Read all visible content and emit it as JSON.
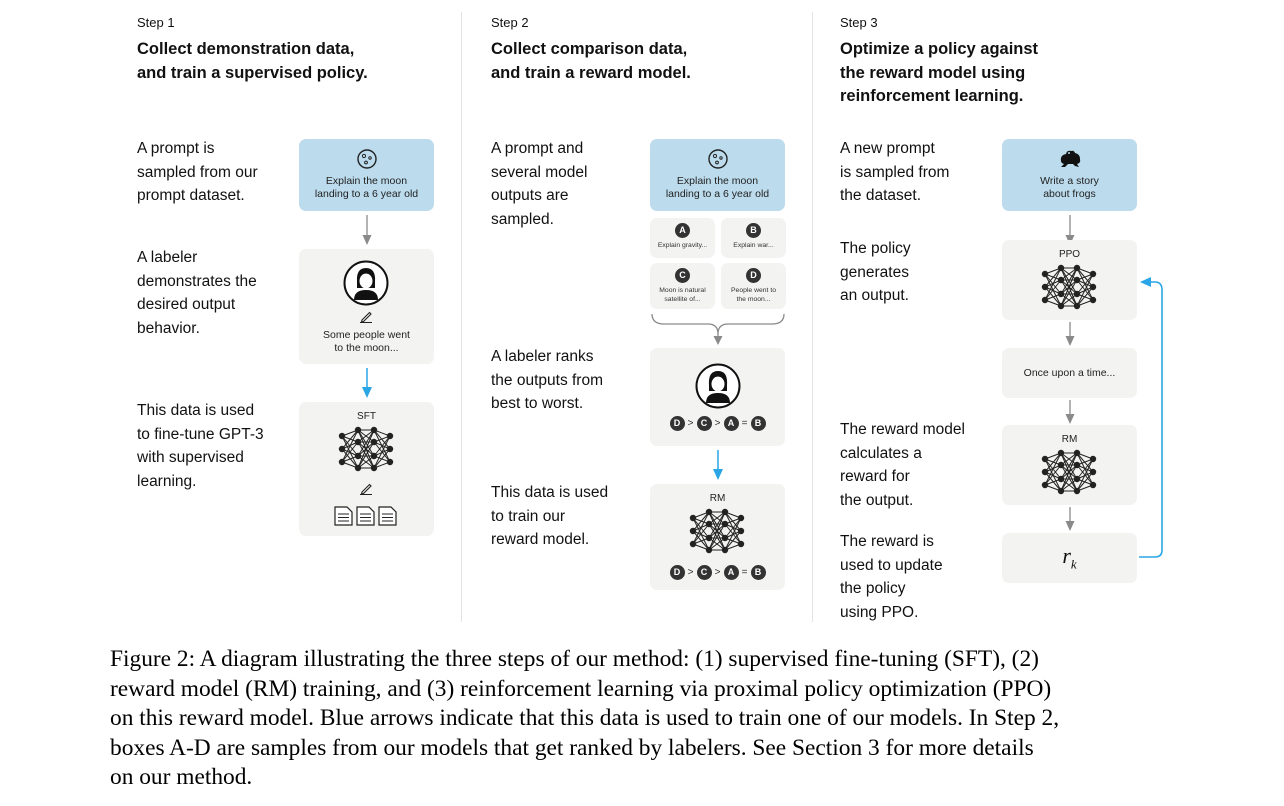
{
  "steps": [
    {
      "label": "Step 1",
      "title": [
        "Collect demonstration data,",
        "and train a supervised policy."
      ],
      "descriptions": [
        [
          "A prompt is",
          "sampled from our",
          "prompt dataset."
        ],
        [
          "A labeler",
          "demonstrates the",
          "desired output",
          "behavior."
        ],
        [
          "This data is used",
          "to fine-tune GPT-3",
          "with supervised",
          "learning."
        ]
      ],
      "prompt_box": [
        "Explain the moon",
        "landing to a 6 year old"
      ],
      "demo_text": [
        "Some people went",
        "to the moon..."
      ],
      "model_label": "SFT"
    },
    {
      "label": "Step 2",
      "title": [
        "Collect comparison data,",
        "and train a reward model."
      ],
      "descriptions": [
        [
          "A prompt and",
          "several model",
          "outputs are",
          "sampled."
        ],
        [
          "A labeler ranks",
          "the outputs from",
          "best to worst."
        ],
        [
          "This data is used",
          "to train our",
          "reward model."
        ]
      ],
      "prompt_box": [
        "Explain the moon",
        "landing to a 6 year old"
      ],
      "outputs": [
        {
          "letter": "A",
          "text": [
            "Explain gravity..."
          ]
        },
        {
          "letter": "B",
          "text": [
            "Explain war..."
          ]
        },
        {
          "letter": "C",
          "text": [
            "Moon is natural",
            "satellite of..."
          ]
        },
        {
          "letter": "D",
          "text": [
            "People went to",
            "the moon..."
          ]
        }
      ],
      "ranking": [
        "D",
        ">",
        "C",
        ">",
        "A",
        "=",
        "B"
      ],
      "model_label": "RM"
    },
    {
      "label": "Step 3",
      "title": [
        "Optimize a policy against",
        "the reward model using",
        "reinforcement learning."
      ],
      "descriptions": [
        [
          "A new prompt",
          "is sampled from",
          "the dataset."
        ],
        [
          "The policy",
          "generates",
          "an output."
        ],
        [
          "The reward model",
          "calculates a",
          "reward for",
          "the output."
        ],
        [
          "The reward is",
          "used to update",
          "the policy",
          "using PPO."
        ]
      ],
      "prompt_box": [
        "Write a story",
        "about frogs"
      ],
      "policy_label": "PPO",
      "output_text": "Once upon a time...",
      "model_label": "RM",
      "reward_symbol": "r",
      "reward_subscript": "k"
    }
  ],
  "caption": [
    "Figure 2: A diagram illustrating the three steps of our method: (1) supervised fine-tuning (SFT), (2)",
    "reward model (RM) training, and (3) reinforcement learning via proximal policy optimization (PPO)",
    "on this reward model. Blue arrows indicate that this data is used to train one of our models. In Step 2,",
    "boxes A-D are samples from our models that get ranked by labelers. See Section 3 for more details",
    "on our method."
  ],
  "colors": {
    "blue_arrow": "#2aa6e6",
    "gray_arrow": "#8a8a8a",
    "prompt_box": "#bcdcee",
    "gray_box": "#f3f3f1"
  }
}
